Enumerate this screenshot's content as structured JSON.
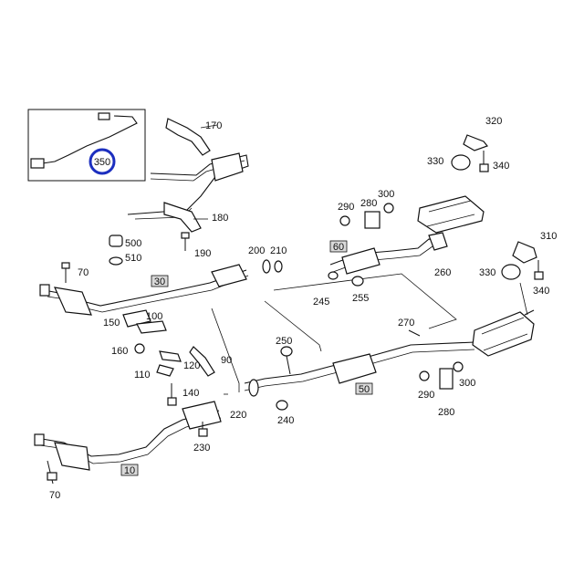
{
  "diagram": {
    "callouts": {
      "p170": "170",
      "p180": "180",
      "p190": "190",
      "p500": "500",
      "p510": "510",
      "p70a": "70",
      "p30": "30",
      "p150": "150",
      "p100": "100",
      "p160": "160",
      "p110": "110",
      "p120": "120",
      "p90": "90",
      "p140": "140",
      "p200": "200",
      "p210": "210",
      "p220": "220",
      "p230": "230",
      "p10": "10",
      "p70b": "70",
      "p290a": "290",
      "p280a": "280",
      "p300a": "300",
      "p60": "60",
      "p245": "245",
      "p255": "255",
      "p260": "260",
      "p320": "320",
      "p330a": "330",
      "p340a": "340",
      "p310": "310",
      "p330b": "330",
      "p340b": "340",
      "p270": "270",
      "p250": "250",
      "p240": "240",
      "p50": "50",
      "p290b": "290",
      "p300b": "300",
      "p280b": "280",
      "p350": "350"
    },
    "colors": {
      "highlight": "#1c2fbf",
      "ink": "#111111",
      "boxed_label_bg": "#d9d9d9"
    }
  }
}
